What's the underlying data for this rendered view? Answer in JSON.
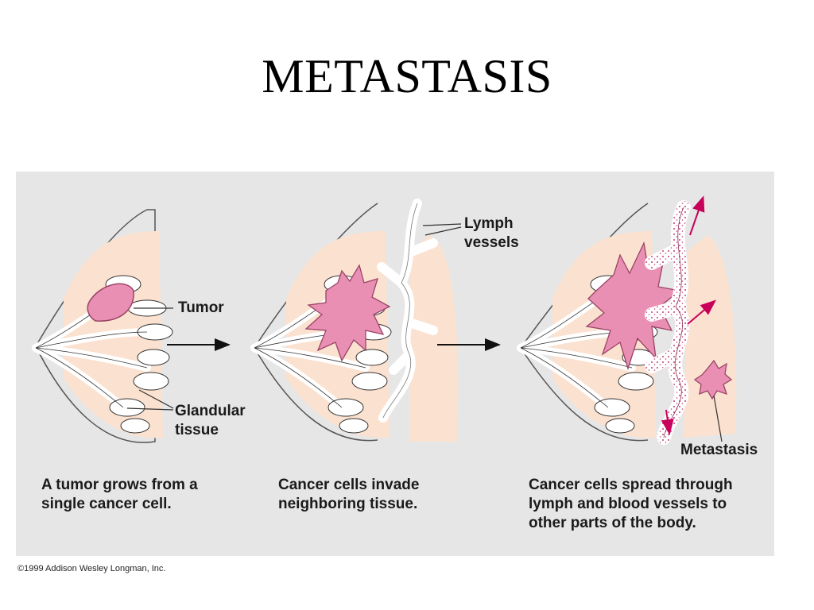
{
  "slide": {
    "title": "METASTASIS",
    "copyright": "©1999 Addison Wesley Longman, Inc."
  },
  "diagram": {
    "labels": {
      "tumor": "Tumor",
      "glandular_line1": "Glandular",
      "glandular_line2": "tissue",
      "lymph_line1": "Lymph",
      "lymph_line2": "vessels",
      "metastasis": "Metastasis"
    },
    "captions": [
      {
        "line1": "A tumor grows from a",
        "line2": "single cancer cell.",
        "line3": ""
      },
      {
        "line1": "Cancer cells invade",
        "line2": "neighboring tissue.",
        "line3": ""
      },
      {
        "line1": "Cancer cells spread through",
        "line2": "lymph and blood vessels to",
        "line3": "other parts of the body."
      }
    ],
    "colors": {
      "panel_bg": "#e6e6e6",
      "breast_fill": "#fbe1cf",
      "tumor_fill": "#e98fb3",
      "tumor_stroke": "#9a4466",
      "vessel_dots": "#c23c74",
      "arrow_magenta": "#c8005a"
    }
  }
}
